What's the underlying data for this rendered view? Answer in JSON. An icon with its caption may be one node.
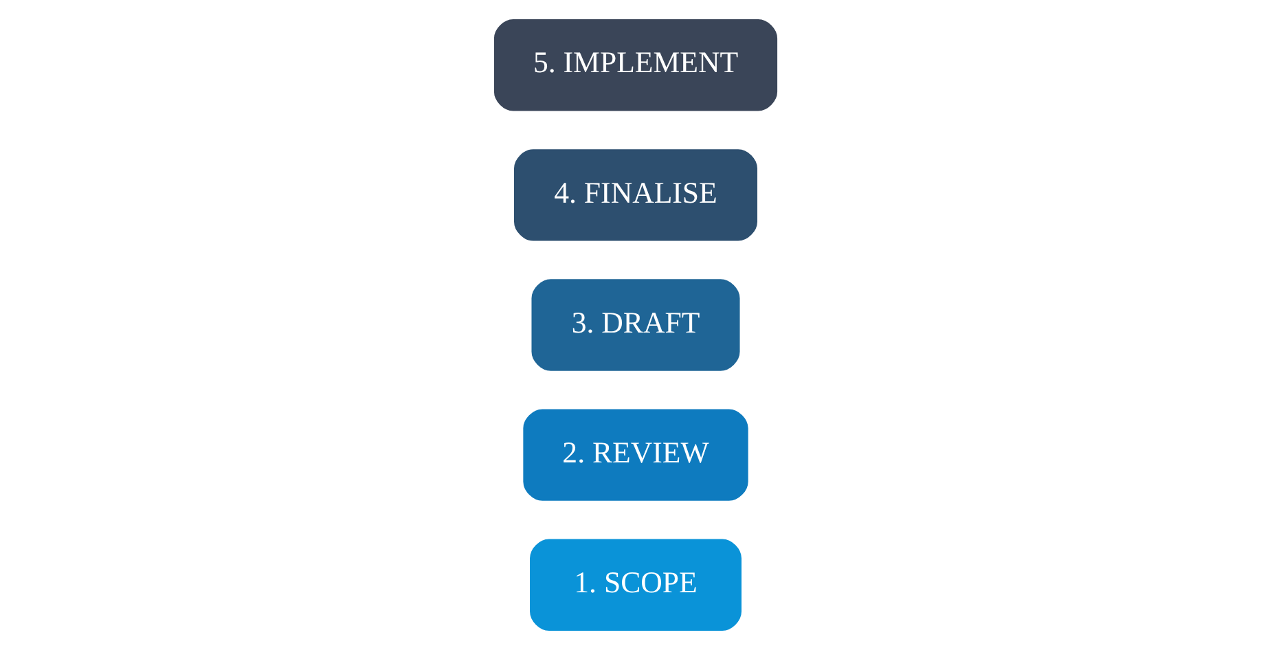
{
  "diagram": {
    "nodes": [
      {
        "text": [
          "1. SCOPE"
        ]
      },
      {
        "text": [
          "2. REVIEW"
        ]
      },
      {
        "text": [
          "3. DRAFT"
        ]
      },
      {
        "text": [
          "4. FINALISE"
        ]
      },
      {
        "text": [
          "5. IMPLEMENT"
        ]
      }
    ]
  }
}
